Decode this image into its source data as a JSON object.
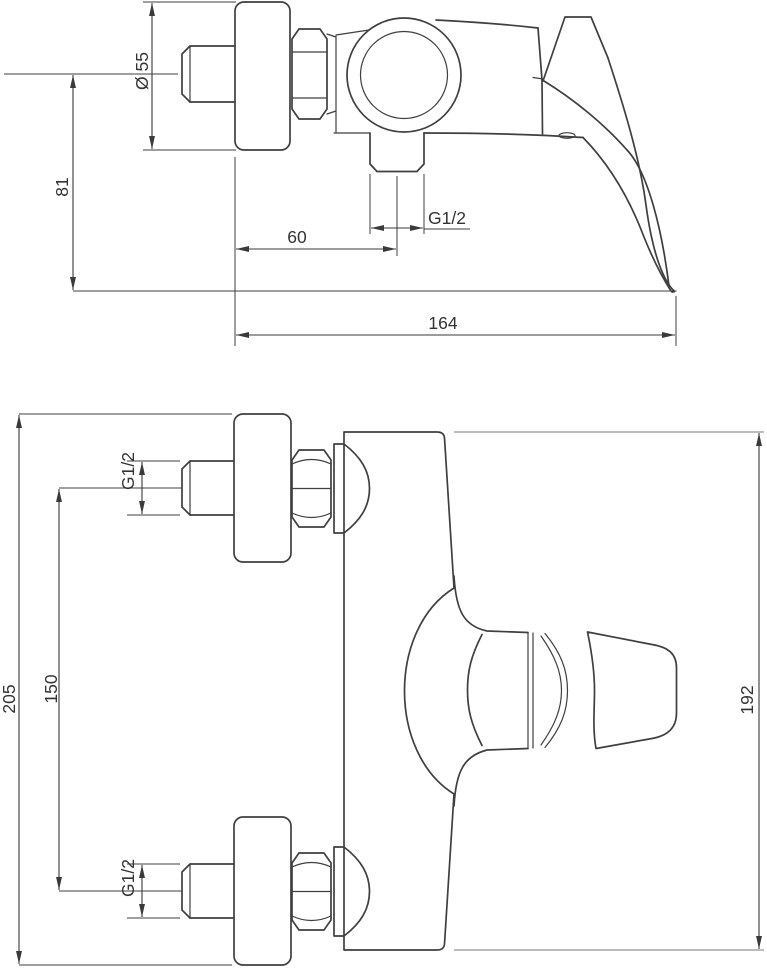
{
  "page": {
    "background": "#ffffff"
  },
  "drawing": {
    "type": "technical-dimension-drawing",
    "subject": "wall-mounted shower mixer tap",
    "line_color": "#3f3f3f",
    "dim_color": "#3a3a3a",
    "gray_ext_color": "#a6a6a6",
    "views": {
      "side": {
        "dims": {
          "escutcheon_diameter": {
            "label": "Ø 55"
          },
          "drop_height": {
            "label": "81"
          },
          "outlet_offset": {
            "label": "60"
          },
          "outlet_thread": {
            "label": "G1/2"
          },
          "overall_depth": {
            "label": "164"
          }
        }
      },
      "front": {
        "dims": {
          "top_inlet_thread": {
            "label": "G1/2"
          },
          "inlet_spacing": {
            "label": "150"
          },
          "overall_span": {
            "label": "205"
          },
          "body_height": {
            "label": "192"
          },
          "bottom_inlet_thread": {
            "label": "G1/2"
          }
        }
      }
    }
  }
}
